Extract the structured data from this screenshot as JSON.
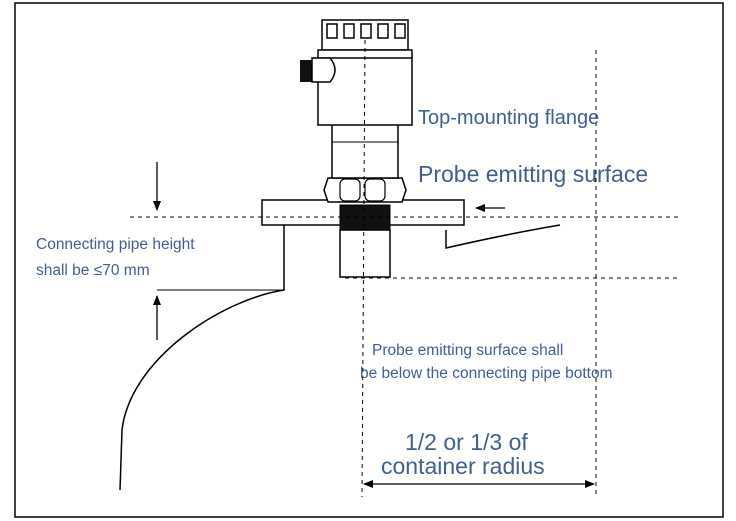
{
  "labels": {
    "top_flange": "Top-mounting flange",
    "probe_surface": "Probe emitting surface",
    "pipe_height_line1": "Connecting pipe height",
    "pipe_height_line2": "shall be ≤70 mm",
    "below_line1": "Probe emitting surface shall",
    "below_line2": "be below the connecting pipe bottom",
    "radius_line1": "1/2 or 1/3 of",
    "radius_line2": "container radius"
  },
  "colors": {
    "line": "#000000",
    "label": "#3e5f8f",
    "background": "#ffffff"
  }
}
